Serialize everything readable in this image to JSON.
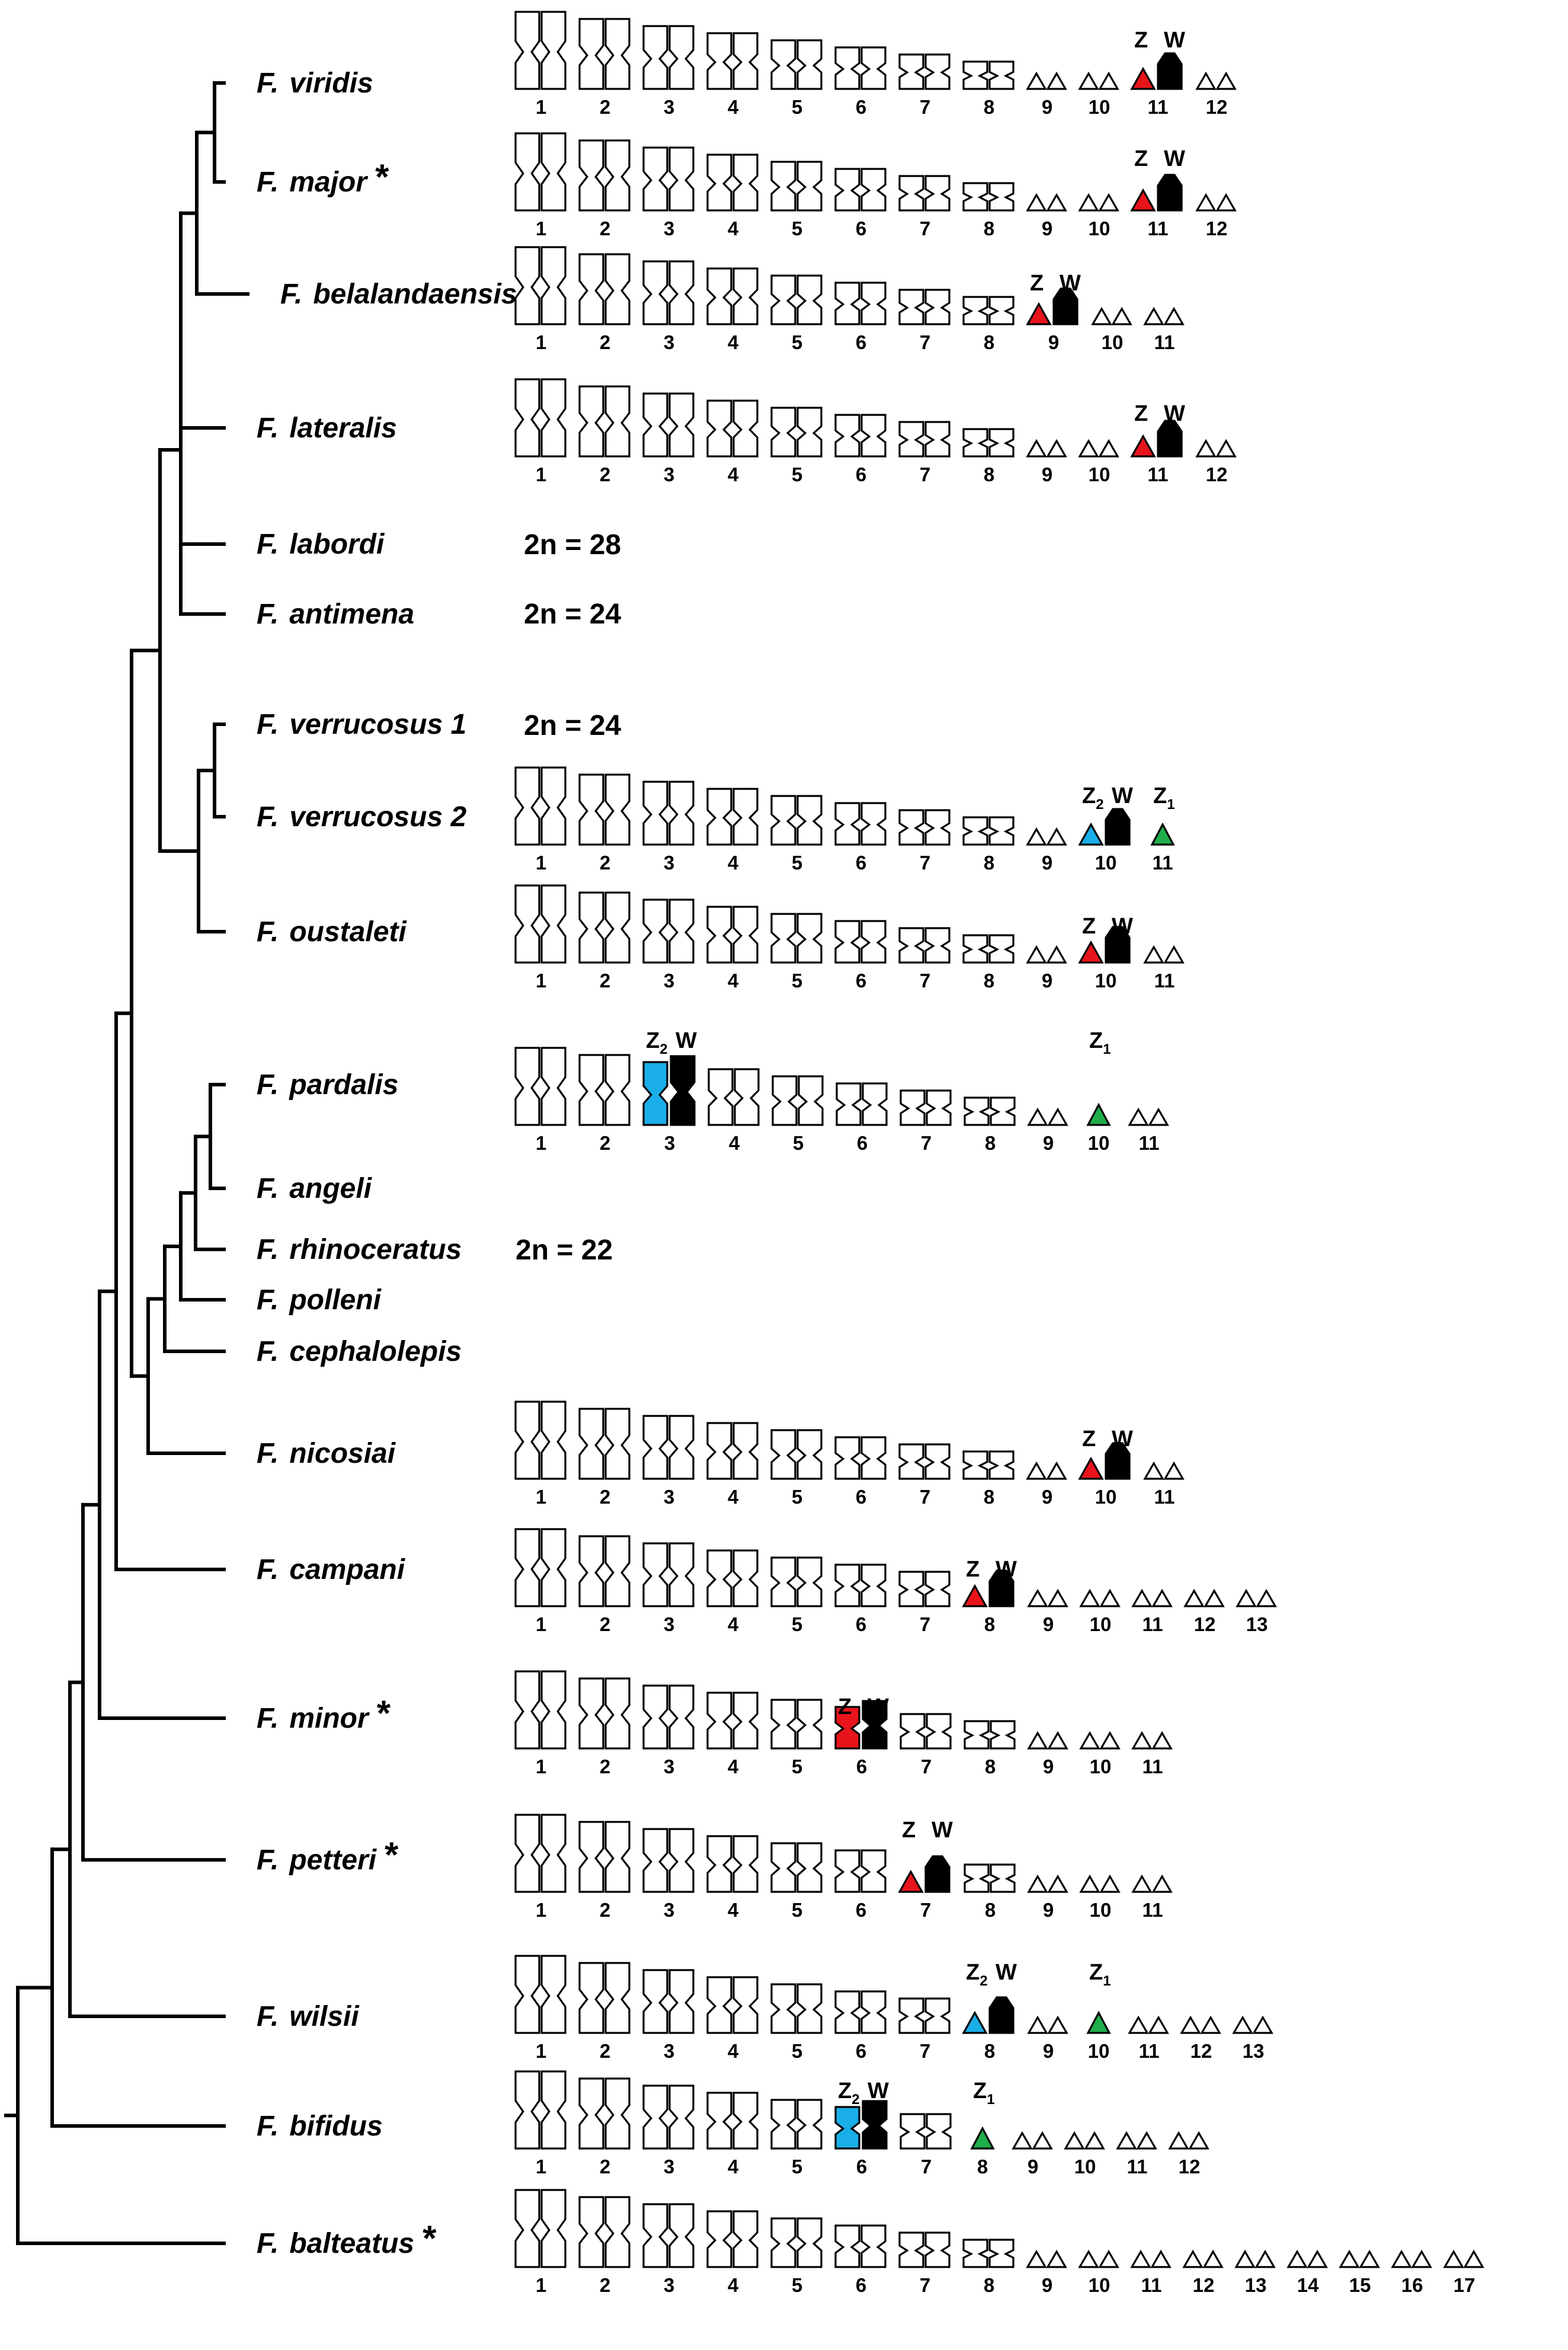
{
  "colors": {
    "white": "#ffffff",
    "black": "#000000",
    "red": "#e8141c",
    "blue": "#1aaee8",
    "green": "#1fae4b"
  },
  "species": [
    {
      "id": "viridis",
      "genus": "F.",
      "epithet": "viridis",
      "star": "",
      "chroms": [
        {
          "n": "1"
        },
        {
          "n": "2"
        },
        {
          "n": "3"
        },
        {
          "n": "4"
        },
        {
          "n": "5"
        },
        {
          "n": "6"
        },
        {
          "n": "7"
        },
        {
          "n": "8"
        },
        {
          "n": "9"
        },
        {
          "n": "10"
        },
        {
          "n": "11",
          "sex": true,
          "zlabel": "Z",
          "wlabel": "W"
        },
        {
          "n": "12"
        }
      ]
    },
    {
      "id": "major",
      "genus": "F.",
      "epithet": "major",
      "star": "*",
      "chroms": [
        {
          "n": "1"
        },
        {
          "n": "2"
        },
        {
          "n": "3"
        },
        {
          "n": "4"
        },
        {
          "n": "5"
        },
        {
          "n": "6"
        },
        {
          "n": "7"
        },
        {
          "n": "8"
        },
        {
          "n": "9"
        },
        {
          "n": "10"
        },
        {
          "n": "11",
          "sex": true,
          "zlabel": "Z",
          "wlabel": "W"
        },
        {
          "n": "12"
        }
      ]
    },
    {
      "id": "belalandaensis",
      "genus": "F.",
      "epithet": "belalandaensis",
      "star": "",
      "chroms": [
        {
          "n": "1"
        },
        {
          "n": "2"
        },
        {
          "n": "3"
        },
        {
          "n": "4"
        },
        {
          "n": "5"
        },
        {
          "n": "6"
        },
        {
          "n": "7"
        },
        {
          "n": "8"
        },
        {
          "n": "9",
          "sex": true,
          "zlabel": "Z",
          "wlabel": "W"
        },
        {
          "n": "10"
        },
        {
          "n": "11"
        }
      ]
    },
    {
      "id": "lateralis",
      "genus": "F.",
      "epithet": "lateralis",
      "star": "",
      "chroms": [
        {
          "n": "1"
        },
        {
          "n": "2"
        },
        {
          "n": "3"
        },
        {
          "n": "4"
        },
        {
          "n": "5"
        },
        {
          "n": "6"
        },
        {
          "n": "7"
        },
        {
          "n": "8"
        },
        {
          "n": "9"
        },
        {
          "n": "10"
        },
        {
          "n": "11",
          "sex": true,
          "zlabel": "Z",
          "wlabel": "W"
        },
        {
          "n": "12"
        }
      ]
    },
    {
      "id": "labordi",
      "genus": "F.",
      "epithet": "labordi",
      "star": "",
      "diploid": "2n = 28"
    },
    {
      "id": "antimena",
      "genus": "F.",
      "epithet": "antimena",
      "star": "",
      "diploid": "2n = 24"
    },
    {
      "id": "verrucosus1",
      "genus": "F.",
      "epithet": "verrucosus 1",
      "star": "",
      "diploid": "2n = 24"
    },
    {
      "id": "verrucosus2",
      "genus": "F.",
      "epithet": "verrucosus 2",
      "star": "",
      "chroms": [
        {
          "n": "1"
        },
        {
          "n": "2"
        },
        {
          "n": "3"
        },
        {
          "n": "4"
        },
        {
          "n": "5"
        },
        {
          "n": "6"
        },
        {
          "n": "7"
        },
        {
          "n": "8"
        },
        {
          "n": "9"
        },
        {
          "n": "10",
          "sex": true,
          "zlabel": "Z",
          "zsub": "2",
          "wlabel": "W"
        },
        {
          "n": "11",
          "z1": true,
          "zlabel": "Z",
          "zsub": "1"
        }
      ]
    },
    {
      "id": "oustaleti",
      "genus": "F.",
      "epithet": "oustaleti",
      "star": "",
      "chroms": [
        {
          "n": "1"
        },
        {
          "n": "2"
        },
        {
          "n": "3"
        },
        {
          "n": "4"
        },
        {
          "n": "5"
        },
        {
          "n": "6"
        },
        {
          "n": "7"
        },
        {
          "n": "8"
        },
        {
          "n": "9"
        },
        {
          "n": "10",
          "sex": true,
          "zlabel": "Z",
          "wlabel": "W"
        },
        {
          "n": "11"
        }
      ]
    },
    {
      "id": "pardalis",
      "genus": "F.",
      "epithet": "pardalis",
      "star": "",
      "chroms": [
        {
          "n": "1"
        },
        {
          "n": "2"
        },
        {
          "n": "3",
          "sex": true,
          "zlabel": "Z",
          "zsub": "2",
          "wlabel": "W"
        },
        {
          "n": "4"
        },
        {
          "n": "5"
        },
        {
          "n": "6"
        },
        {
          "n": "7"
        },
        {
          "n": "8"
        },
        {
          "n": "9"
        },
        {
          "n": "10",
          "z1": true,
          "zlabel": "Z",
          "zsub": "1"
        },
        {
          "n": "11"
        }
      ]
    },
    {
      "id": "angeli",
      "genus": "F.",
      "epithet": "angeli",
      "star": ""
    },
    {
      "id": "rhinoceratus",
      "genus": "F.",
      "epithet": "rhinoceratus",
      "star": "",
      "diploid": "2n = 22"
    },
    {
      "id": "polleni",
      "genus": "F.",
      "epithet": "polleni",
      "star": ""
    },
    {
      "id": "cephalolepis",
      "genus": "F.",
      "epithet": "cephalolepis",
      "star": ""
    },
    {
      "id": "nicosiai",
      "genus": "F.",
      "epithet": "nicosiai",
      "star": "",
      "chroms": [
        {
          "n": "1"
        },
        {
          "n": "2"
        },
        {
          "n": "3"
        },
        {
          "n": "4"
        },
        {
          "n": "5"
        },
        {
          "n": "6"
        },
        {
          "n": "7"
        },
        {
          "n": "8"
        },
        {
          "n": "9"
        },
        {
          "n": "10",
          "sex": true,
          "zlabel": "Z",
          "wlabel": "W"
        },
        {
          "n": "11"
        }
      ]
    },
    {
      "id": "campani",
      "genus": "F.",
      "epithet": "campani",
      "star": "",
      "chroms": [
        {
          "n": "1"
        },
        {
          "n": "2"
        },
        {
          "n": "3"
        },
        {
          "n": "4"
        },
        {
          "n": "5"
        },
        {
          "n": "6"
        },
        {
          "n": "7"
        },
        {
          "n": "8",
          "sex": true,
          "zlabel": "Z",
          "wlabel": "W"
        },
        {
          "n": "9"
        },
        {
          "n": "10"
        },
        {
          "n": "11"
        },
        {
          "n": "12"
        },
        {
          "n": "13"
        }
      ]
    },
    {
      "id": "minor",
      "genus": "F.",
      "epithet": "minor",
      "star": "*",
      "chroms": [
        {
          "n": "1"
        },
        {
          "n": "2"
        },
        {
          "n": "3"
        },
        {
          "n": "4"
        },
        {
          "n": "5"
        },
        {
          "n": "6",
          "sex": true,
          "zlabel": "Z",
          "wlabel": "W"
        },
        {
          "n": "7"
        },
        {
          "n": "8"
        },
        {
          "n": "9"
        },
        {
          "n": "10"
        },
        {
          "n": "11"
        }
      ]
    },
    {
      "id": "petteri",
      "genus": "F.",
      "epithet": "petteri",
      "star": "*",
      "chroms": [
        {
          "n": "1"
        },
        {
          "n": "2"
        },
        {
          "n": "3"
        },
        {
          "n": "4"
        },
        {
          "n": "5"
        },
        {
          "n": "6"
        },
        {
          "n": "7",
          "sex": true,
          "zlabel": "Z",
          "wlabel": "W"
        },
        {
          "n": "8"
        },
        {
          "n": "9"
        },
        {
          "n": "10"
        },
        {
          "n": "11"
        }
      ]
    },
    {
      "id": "wilsii",
      "genus": "F.",
      "epithet": "wilsii",
      "star": "",
      "chroms": [
        {
          "n": "1"
        },
        {
          "n": "2"
        },
        {
          "n": "3"
        },
        {
          "n": "4"
        },
        {
          "n": "5"
        },
        {
          "n": "6"
        },
        {
          "n": "7"
        },
        {
          "n": "8",
          "sex": true,
          "zlabel": "Z",
          "zsub": "2",
          "wlabel": "W"
        },
        {
          "n": "9"
        },
        {
          "n": "10",
          "z1": true,
          "zlabel": "Z",
          "zsub": "1"
        },
        {
          "n": "11"
        },
        {
          "n": "12"
        },
        {
          "n": "13"
        }
      ]
    },
    {
      "id": "bifidus",
      "genus": "F.",
      "epithet": "bifidus",
      "star": "",
      "chroms": [
        {
          "n": "1"
        },
        {
          "n": "2"
        },
        {
          "n": "3"
        },
        {
          "n": "4"
        },
        {
          "n": "5"
        },
        {
          "n": "6",
          "sex": true,
          "zlabel": "Z",
          "zsub": "2",
          "wlabel": "W"
        },
        {
          "n": "7"
        },
        {
          "n": "8",
          "z1": true,
          "zlabel": "Z",
          "zsub": "1"
        },
        {
          "n": "9"
        },
        {
          "n": "10"
        },
        {
          "n": "11"
        },
        {
          "n": "12"
        }
      ]
    },
    {
      "id": "balteatus",
      "genus": "F.",
      "epithet": "balteatus",
      "star": "*",
      "chroms": [
        {
          "n": "1"
        },
        {
          "n": "2"
        },
        {
          "n": "3"
        },
        {
          "n": "4"
        },
        {
          "n": "5"
        },
        {
          "n": "6"
        },
        {
          "n": "7"
        },
        {
          "n": "8"
        },
        {
          "n": "9"
        },
        {
          "n": "10"
        },
        {
          "n": "11"
        },
        {
          "n": "12"
        },
        {
          "n": "13"
        },
        {
          "n": "14"
        },
        {
          "n": "15"
        },
        {
          "n": "16"
        },
        {
          "n": "17"
        }
      ]
    }
  ]
}
